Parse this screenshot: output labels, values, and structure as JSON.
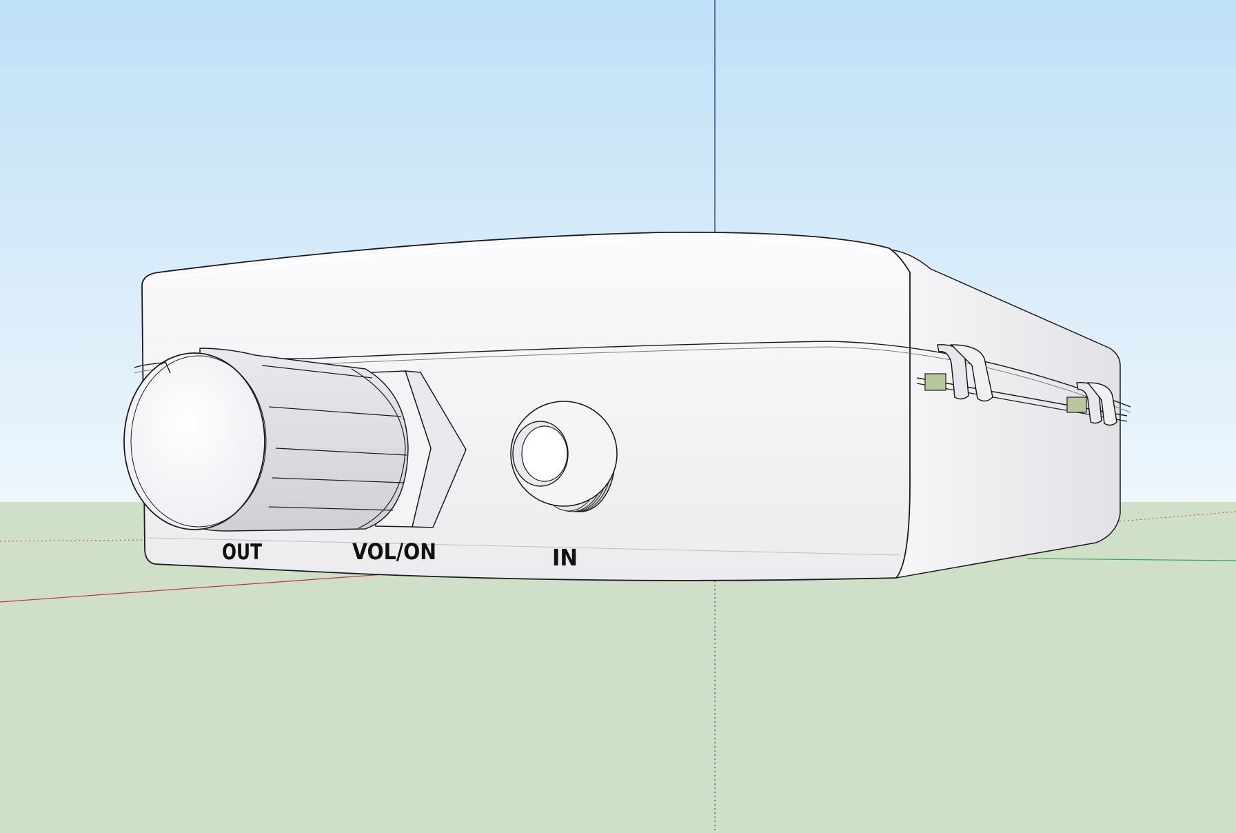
{
  "scene": {
    "sky_top_color": "#bfe0f7",
    "sky_bottom_color": "#eef6fc",
    "ground_color": "#cfdfc8",
    "enclosure_color": "#f3f3f5",
    "outline_color": "#1a1a1a",
    "axis_colors": {
      "red": "#c0392b",
      "green": "#27ae60",
      "blue": "#1f2a6b"
    }
  },
  "labels": {
    "out": "OUT",
    "vol_on": "VOL/ON",
    "in": "IN"
  },
  "icons": {
    "knob": "volume-knob-icon",
    "jack": "input-jack-icon",
    "hinge": "hinge-clip-icon"
  }
}
